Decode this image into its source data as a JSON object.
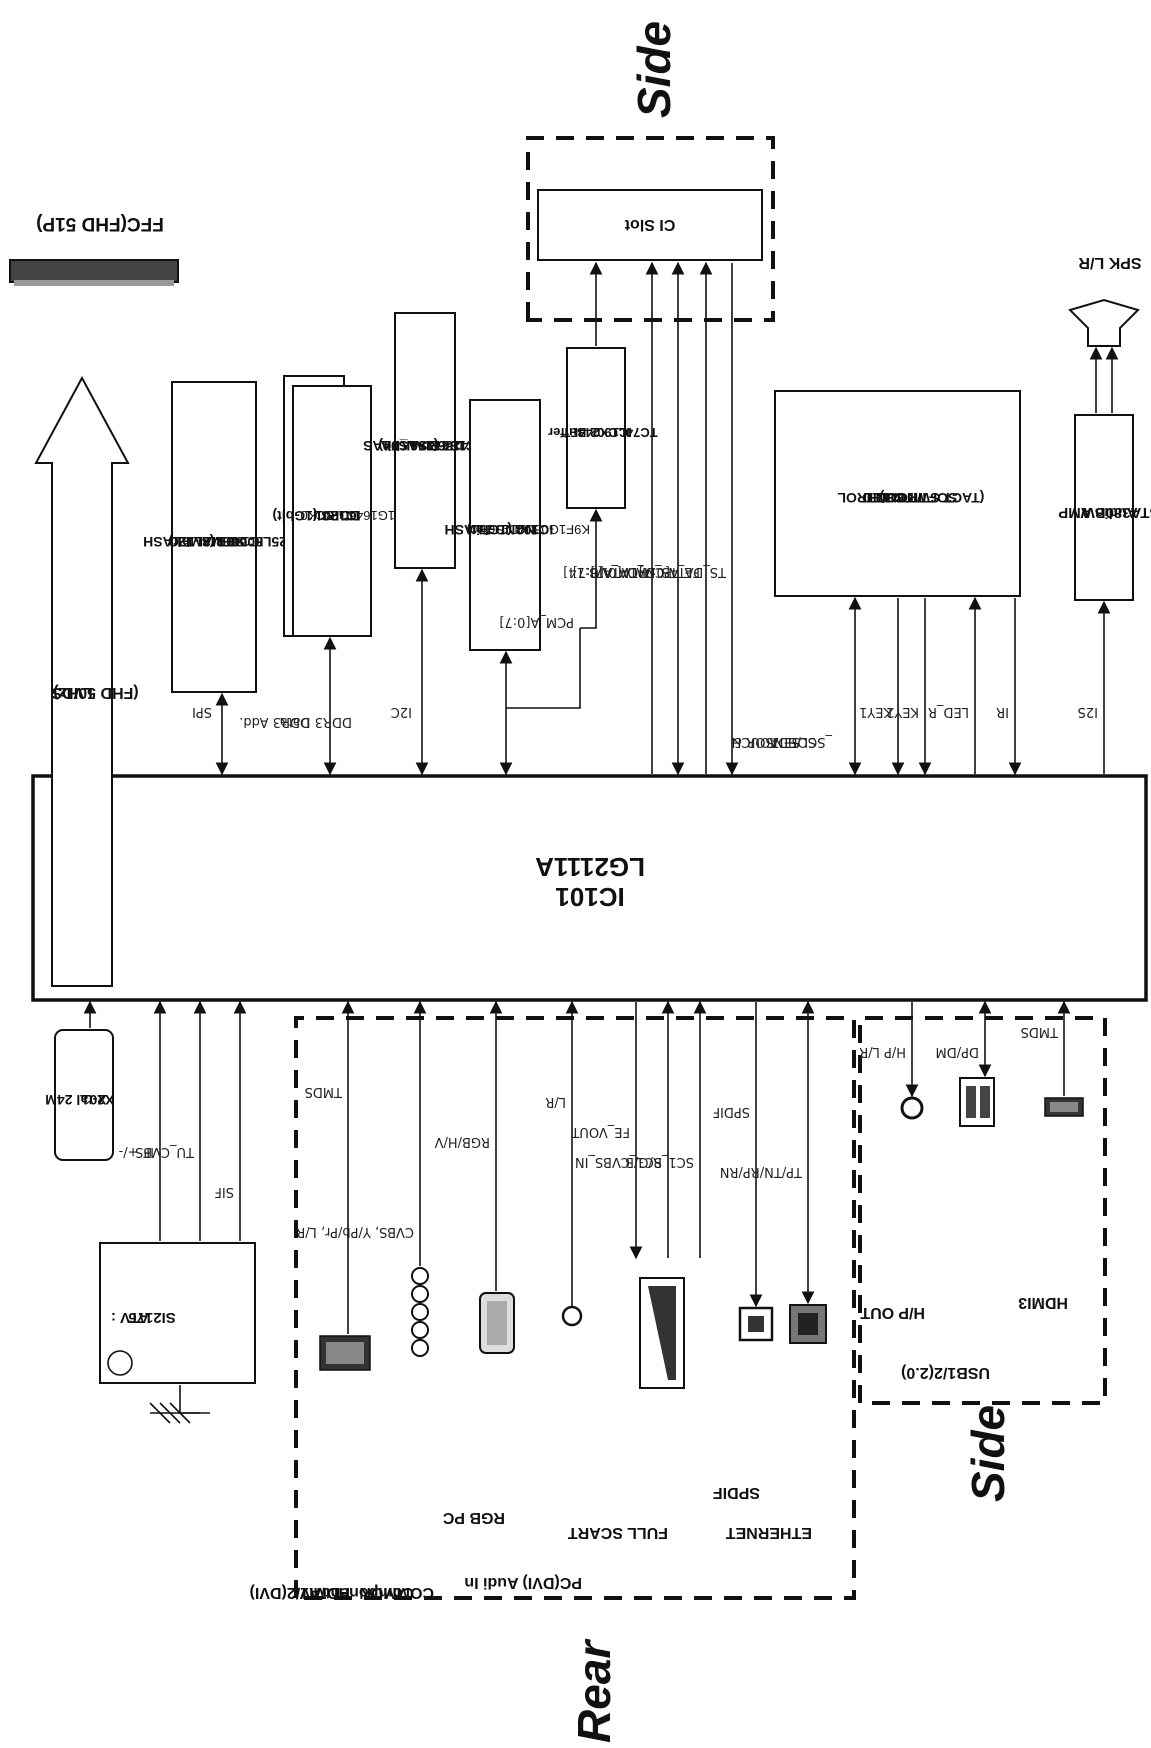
{
  "main_chip": {
    "name": "LG2111A",
    "ref": "IC101"
  },
  "regions": {
    "side_top": "Side",
    "side_bottom": "Side",
    "rear": "Rear"
  },
  "outputs": {
    "ffc": "FFC(FHD 51P)",
    "lvds": {
      "line1": "LVDS",
      "line2": "(FHD 50Hz)"
    },
    "spk": "SPK L/R"
  },
  "memory": {
    "serial_flash": {
      "line1": "SERIAL FLASH",
      "line2": "IC1401 (8Mbit)",
      "line3": "MX25L8006EM2I-12G",
      "signal": "SPI"
    },
    "ddr3": {
      "line1": "DDR3 (1Gbit)",
      "line2": "IC1201",
      "line3": "K4B1G1646G-BCK0",
      "signal1": "DDR3 Add.",
      "signal2": "DDR3 Data"
    },
    "eeprom": {
      "line1": "SERIAL_FLAS",
      "line2": "IC104 (256Kbit)",
      "line3": "R1EX24256BSAS0A",
      "signal": "I2C"
    },
    "nand": {
      "line1": "NAND FLASH",
      "line2": "IC102 (1Gbit)",
      "line3": "K9F1G08U0D-SCB0",
      "signal": "PCM_A[0:7]"
    }
  },
  "ci": {
    "slot": "CI Slot",
    "buffer": {
      "line1": "IC1902 Buffer",
      "line2": "TC74LCX244FT"
    },
    "signals": [
      "PCM_A[8:14]",
      "PCM_DATA[0:7]",
      "FE_TS_DATA[0:7]",
      "TS_DATA[0:7]"
    ]
  },
  "control": {
    "box": {
      "line1": "CONTROL",
      "line2": "IR & LED",
      "line3": "SOFT TOUCH",
      "line4": "(TACT SWITCH)"
    },
    "signals": {
      "sensor1": "SENSOR &",
      "sensor2": "SOFT TOUCH",
      "sensor3": "_SCL/SDA",
      "key1": "KEY1",
      "key2": "KEY2",
      "led": "LED_R",
      "ir": "IR"
    }
  },
  "audio_amp": {
    "line1": "Audio AMP",
    "line2": "STA380BW",
    "signal": "I2S"
  },
  "crystal": {
    "line1": "X-tal 24M",
    "line2": "X201"
  },
  "tuner": {
    "line1": "ATV :",
    "line2": "SI2176",
    "signals": [
      "IF +/-",
      "TU_CVBS",
      "SIF"
    ]
  },
  "rear_inputs": {
    "hdmi": {
      "label": "HDMI1/2(DVI)",
      "signal": "TMDS"
    },
    "component": {
      "line1": "Component/AV",
      "line2": "COMMON",
      "signal": "CVBS, Y/Pb/Pr, L/R"
    },
    "rgb": {
      "label": "RGB PC",
      "signal": "RGB/H/V"
    },
    "pc_audio": {
      "label": "PC(DVI) Audi In",
      "signal": "L/R"
    },
    "scart": {
      "label": "FULL SCART",
      "signals": [
        "FE_VOUT",
        "SC1_CVBS_IN",
        "SC1_R/G/B"
      ]
    },
    "spdif": {
      "label": "SPDIF",
      "signal": "SPDIF"
    },
    "ethernet": {
      "label": "ETHERNET",
      "signal": "TP/TN/RP/RN"
    }
  },
  "side_inputs": {
    "hp": {
      "label": "H/P OUT",
      "signal": "H/P L/R"
    },
    "usb": {
      "label": "USB1/2(2.0)",
      "signal": "DP/DM"
    },
    "hdmi3": {
      "label": "HDMI3",
      "signal": "TMDS"
    }
  }
}
